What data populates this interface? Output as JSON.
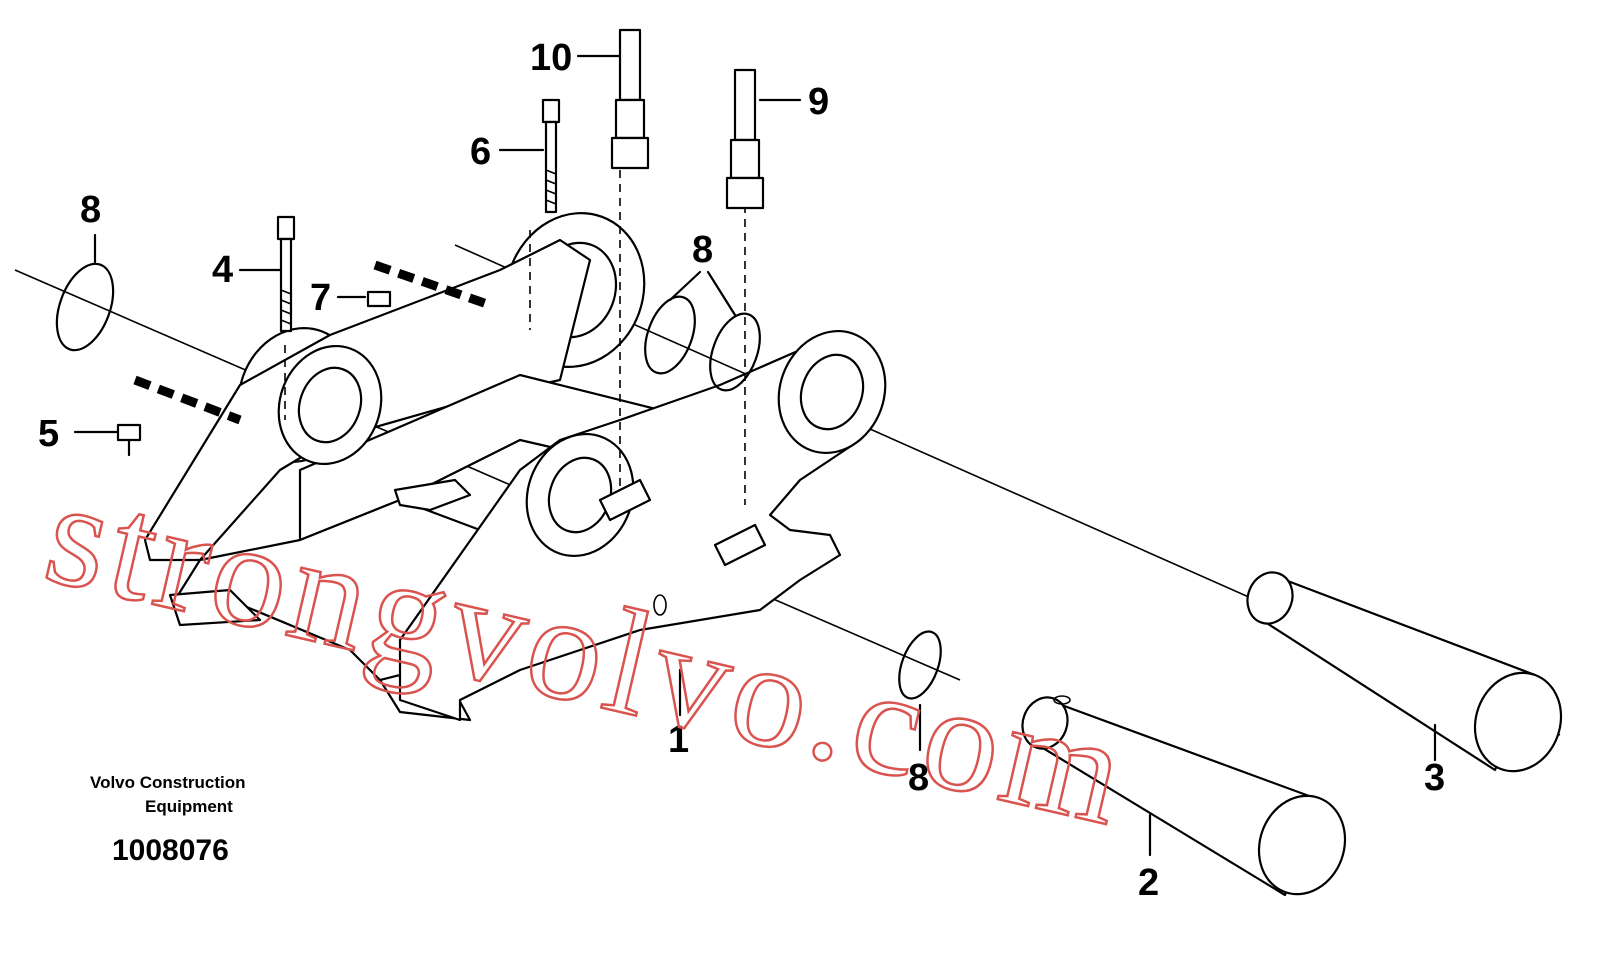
{
  "callouts": {
    "c1": "1",
    "c2": "2",
    "c3": "3",
    "c4": "4",
    "c5": "5",
    "c6": "6",
    "c7": "7",
    "c8_left": "8",
    "c8_mid": "8",
    "c8_bottom": "8",
    "c9": "9",
    "c10": "10"
  },
  "caption": {
    "line1": "Volvo Construction",
    "line2": "Equipment",
    "part_number": "1008076"
  },
  "watermark": {
    "text": "strongvolvo.com",
    "color": "#d9534f"
  }
}
